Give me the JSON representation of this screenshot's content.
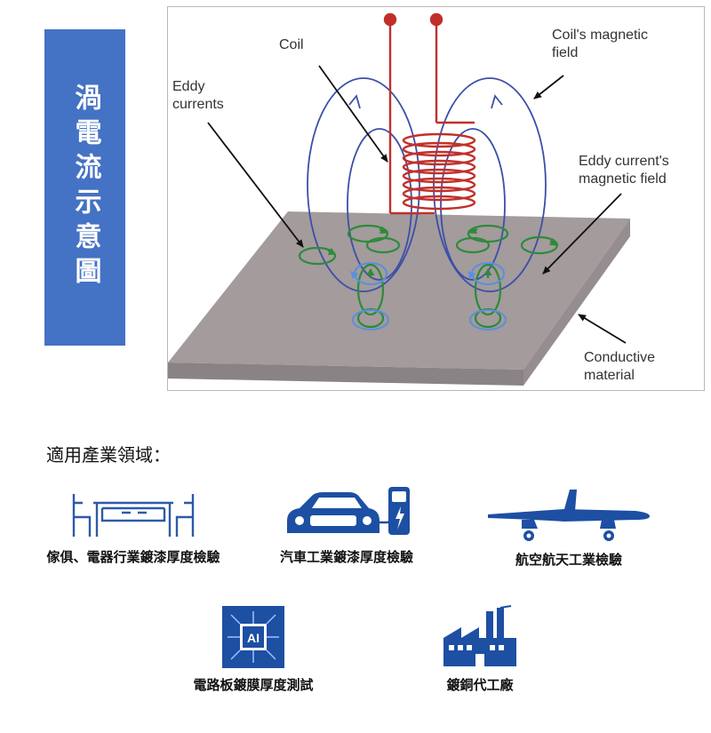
{
  "side_title": "渦電流示意圖",
  "diagram": {
    "labels": {
      "coil": "Coil",
      "eddy_currents": "Eddy\ncurrents",
      "coil_field": "Coil's magnetic\nfield",
      "eddy_field": "Eddy current's\nmagnetic field",
      "conductive": "Conductive\nmaterial"
    },
    "colors": {
      "coil": "#c0302a",
      "field_lines": "#3c4fa8",
      "eddy_loops": "#2e8a3a",
      "eddy_field_loops": "#5a8fe0",
      "plate_top": "#a39b9c",
      "plate_edge": "#8a8385",
      "side_panel": "#4472c4"
    }
  },
  "industries": {
    "heading": "適用產業領域：",
    "items": [
      {
        "label": "傢俱、電器行業鍍漆厚度檢驗",
        "icon": "furniture-icon"
      },
      {
        "label": "汽車工業鍍漆厚度檢驗",
        "icon": "car-charging-icon"
      },
      {
        "label": "航空航天工業檢驗",
        "icon": "airplane-icon"
      },
      {
        "label": "電路板鍍膜厚度測試",
        "icon": "ai-chip-icon",
        "icon_text": "AI"
      },
      {
        "label": "鍍銅代工廠",
        "icon": "factory-icon"
      }
    ]
  }
}
